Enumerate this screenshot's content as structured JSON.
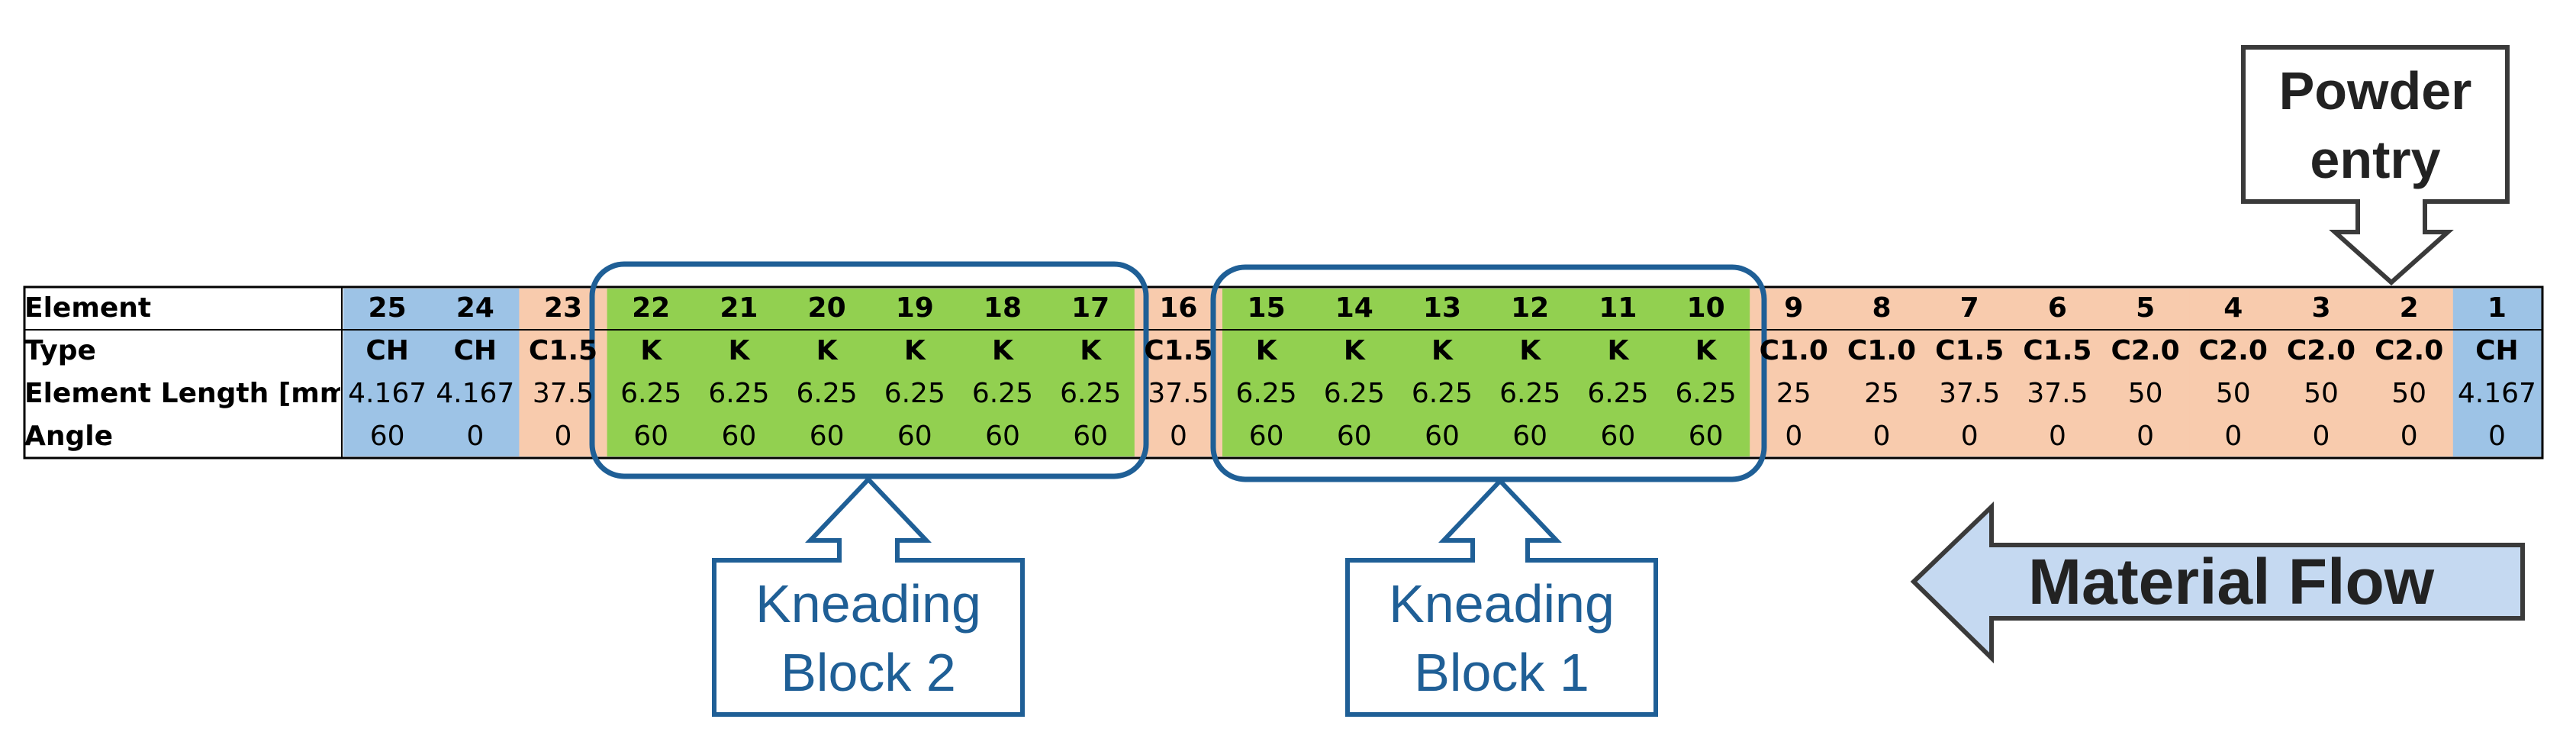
{
  "table": {
    "row_headers": [
      "Element",
      "Type",
      "Element Length [mm]",
      "Angle"
    ],
    "columns": [
      {
        "element": "25",
        "type": "CH",
        "length": "4.167",
        "angle": "60",
        "zone": "conveying-hex"
      },
      {
        "element": "24",
        "type": "CH",
        "length": "4.167",
        "angle": "0",
        "zone": "conveying-hex"
      },
      {
        "element": "23",
        "type": "C1.5",
        "length": "37.5",
        "angle": "0",
        "zone": "conveying"
      },
      {
        "element": "22",
        "type": "K",
        "length": "6.25",
        "angle": "60",
        "zone": "kneading"
      },
      {
        "element": "21",
        "type": "K",
        "length": "6.25",
        "angle": "60",
        "zone": "kneading"
      },
      {
        "element": "20",
        "type": "K",
        "length": "6.25",
        "angle": "60",
        "zone": "kneading"
      },
      {
        "element": "19",
        "type": "K",
        "length": "6.25",
        "angle": "60",
        "zone": "kneading"
      },
      {
        "element": "18",
        "type": "K",
        "length": "6.25",
        "angle": "60",
        "zone": "kneading"
      },
      {
        "element": "17",
        "type": "K",
        "length": "6.25",
        "angle": "60",
        "zone": "kneading"
      },
      {
        "element": "16",
        "type": "C1.5",
        "length": "37.5",
        "angle": "0",
        "zone": "conveying"
      },
      {
        "element": "15",
        "type": "K",
        "length": "6.25",
        "angle": "60",
        "zone": "kneading"
      },
      {
        "element": "14",
        "type": "K",
        "length": "6.25",
        "angle": "60",
        "zone": "kneading"
      },
      {
        "element": "13",
        "type": "K",
        "length": "6.25",
        "angle": "60",
        "zone": "kneading"
      },
      {
        "element": "12",
        "type": "K",
        "length": "6.25",
        "angle": "60",
        "zone": "kneading"
      },
      {
        "element": "11",
        "type": "K",
        "length": "6.25",
        "angle": "60",
        "zone": "kneading"
      },
      {
        "element": "10",
        "type": "K",
        "length": "6.25",
        "angle": "60",
        "zone": "kneading"
      },
      {
        "element": "9",
        "type": "C1.0",
        "length": "25",
        "angle": "0",
        "zone": "conveying"
      },
      {
        "element": "8",
        "type": "C1.0",
        "length": "25",
        "angle": "0",
        "zone": "conveying"
      },
      {
        "element": "7",
        "type": "C1.5",
        "length": "37.5",
        "angle": "0",
        "zone": "conveying"
      },
      {
        "element": "6",
        "type": "C1.5",
        "length": "37.5",
        "angle": "0",
        "zone": "conveying"
      },
      {
        "element": "5",
        "type": "C2.0",
        "length": "50",
        "angle": "0",
        "zone": "conveying"
      },
      {
        "element": "4",
        "type": "C2.0",
        "length": "50",
        "angle": "0",
        "zone": "conveying"
      },
      {
        "element": "3",
        "type": "C2.0",
        "length": "50",
        "angle": "0",
        "zone": "conveying"
      },
      {
        "element": "2",
        "type": "C2.0",
        "length": "50",
        "angle": "0",
        "zone": "conveying"
      },
      {
        "element": "1",
        "type": "CH",
        "length": "4.167",
        "angle": "0",
        "zone": "conveying-hex"
      }
    ]
  },
  "callouts": {
    "kneading_block_2": {
      "line1": "Kneading",
      "line2": "Block 2"
    },
    "kneading_block_1": {
      "line1": "Kneading",
      "line2": "Block 1"
    },
    "powder_entry": {
      "line1": "Powder",
      "line2": "entry"
    },
    "material_flow": "Material Flow"
  },
  "colors": {
    "conveying-hex": "#9dc3e6",
    "conveying": "#f8cbad",
    "kneading": "#92d050",
    "callout_stroke": "#1f5f96",
    "flow_arrow_fill": "#c5d9f1",
    "border": "#000000"
  }
}
